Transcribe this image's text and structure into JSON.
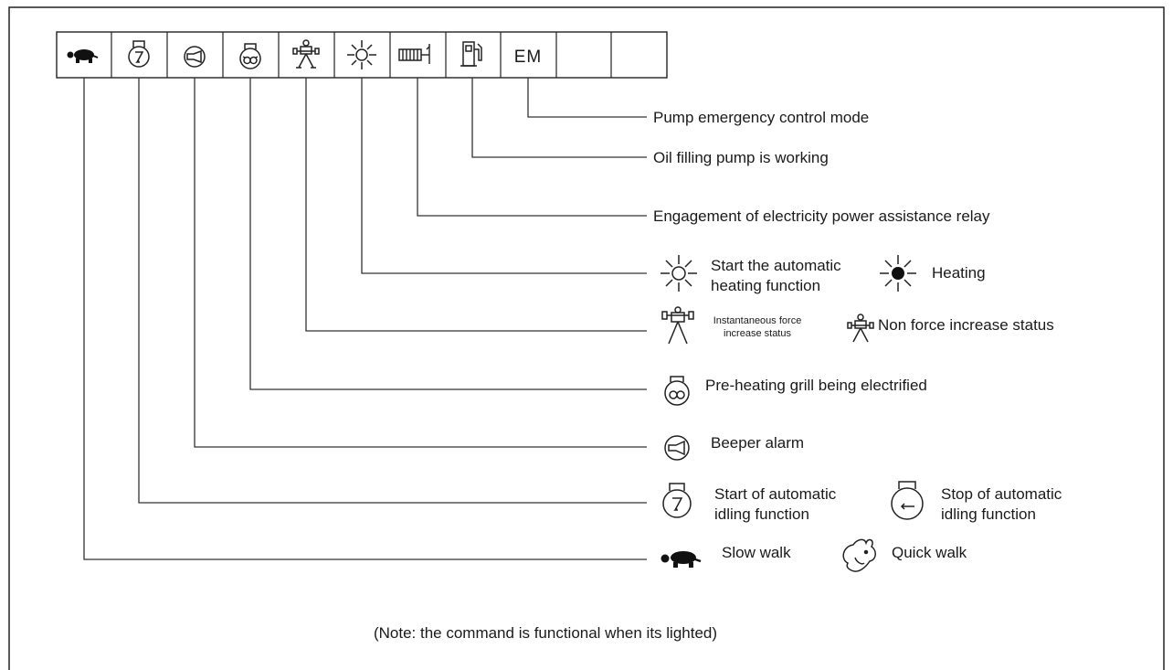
{
  "icon_bar": {
    "cells": [
      {
        "icon": "turtle-icon"
      },
      {
        "icon": "idle-bulb-icon"
      },
      {
        "icon": "horn-icon"
      },
      {
        "icon": "preheat-coil-icon"
      },
      {
        "icon": "force-increase-icon"
      },
      {
        "icon": "sun-heating-icon"
      },
      {
        "icon": "relay-icon"
      },
      {
        "icon": "fuel-pump-icon"
      },
      {
        "icon": "em-text-icon",
        "text": "EM"
      },
      {
        "icon": "empty"
      },
      {
        "icon": "empty"
      }
    ]
  },
  "legend": {
    "pump_emergency": "Pump emergency control mode",
    "oil_filling": "Oil filling pump is working",
    "relay": "Engagement of electricity power assistance relay",
    "auto_heat_line1": "Start the automatic",
    "auto_heat_line2": "heating function",
    "heating": "Heating",
    "force_increase_line1": "Instantaneous force",
    "force_increase_line2": "increase status",
    "non_force": "Non force increase status",
    "preheat": "Pre-heating grill being electrified",
    "beeper": "Beeper alarm",
    "start_idle_line1": "Start of automatic",
    "start_idle_line2": "idling function",
    "stop_idle_line1": "Stop of automatic",
    "stop_idle_line2": "idling function",
    "slow": "Slow walk",
    "quick": "Quick walk"
  },
  "note": "(Note: the command is functional when its lighted)"
}
